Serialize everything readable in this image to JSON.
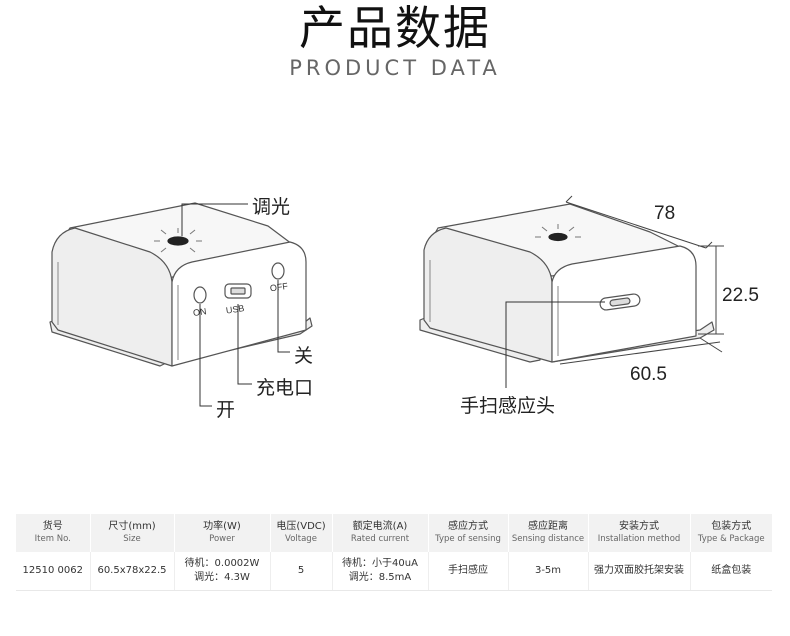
{
  "header": {
    "title": "产品数据",
    "subtitle": "PRODUCT DATA"
  },
  "left_device": {
    "callouts": {
      "dimming": "调光",
      "off_switch": "关",
      "charge_port": "充电口",
      "on_switch": "开"
    },
    "panel_labels": {
      "on": "ON",
      "usb": "USB",
      "off": "OFF"
    }
  },
  "right_device": {
    "callouts": {
      "sensor": "手扫感应头"
    },
    "dimensions": {
      "depth": "78",
      "height": "22.5",
      "width": "60.5"
    }
  },
  "spec_table": {
    "headers": [
      {
        "cn": "货号",
        "en": "Item No."
      },
      {
        "cn": "尺寸(mm)",
        "en": "Size"
      },
      {
        "cn": "功率(W)",
        "en": "Power"
      },
      {
        "cn": "电压(VDC)",
        "en": "Voltage"
      },
      {
        "cn": "额定电流(A)",
        "en": "Rated current"
      },
      {
        "cn": "感应方式",
        "en": "Type of sensing"
      },
      {
        "cn": "感应距离",
        "en": "Sensing distance"
      },
      {
        "cn": "安装方式",
        "en": "Installation method"
      },
      {
        "cn": "包装方式",
        "en": "Type & Package"
      }
    ],
    "row": {
      "item_no": "12510 0062",
      "size": "60.5x78x22.5",
      "power_line1": "待机：0.0002W",
      "power_line2": "调光：4.3W",
      "voltage": "5",
      "current_line1": "待机：小于40uA",
      "current_line2": "调光：8.5mA",
      "sensing_type": "手扫感应",
      "sensing_distance": "3-5m",
      "installation": "强力双面胶托架安装",
      "package": "纸盒包装"
    }
  }
}
